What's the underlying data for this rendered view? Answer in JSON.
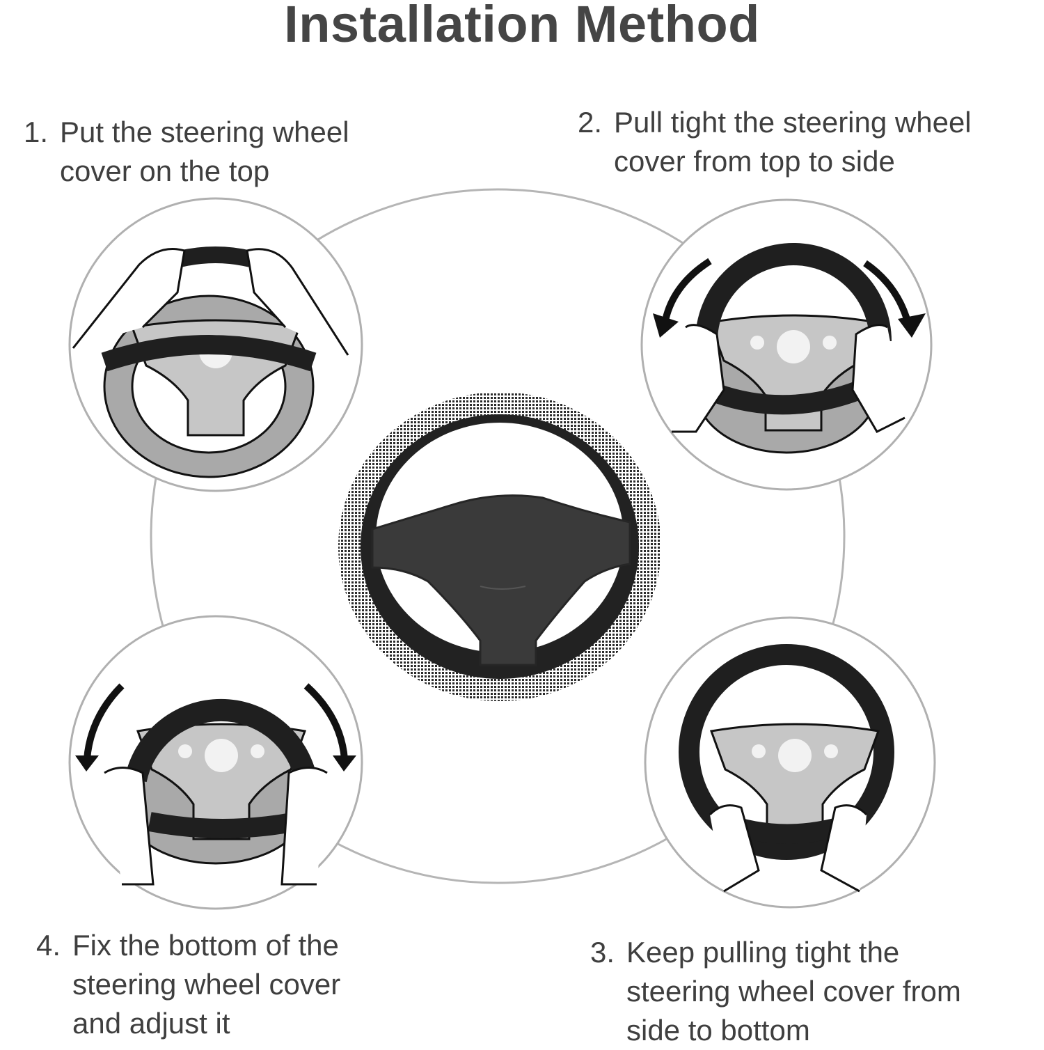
{
  "title": "Installation Method",
  "steps": [
    {
      "num": "1.",
      "text": "Put the steering wheel cover on the top",
      "line1": "Put the steering wheel",
      "line2": "cover on the top",
      "position": "top-left"
    },
    {
      "num": "2.",
      "text": "Pull tight the steering wheel cover from top to side",
      "line1": "Pull tight the steering wheel",
      "line2": "cover from top to side",
      "position": "top-right"
    },
    {
      "num": "3.",
      "text": "Keep pulling tight the steering wheel cover from side to bottom",
      "line1": "Keep pulling tight the",
      "line2": "steering wheel cover from",
      "line3": "side to bottom",
      "position": "bottom-right"
    },
    {
      "num": "4.",
      "text": "Fix the bottom of the steering wheel cover and adjust it",
      "line1": "Fix the bottom of the",
      "line2": "steering wheel cover",
      "line3": "and adjust it",
      "position": "bottom-left"
    }
  ],
  "colors": {
    "text": "#3f3f3f",
    "title": "#454545",
    "outline": "#b0b0b0",
    "cover": "#1f1f1f",
    "wheel_gray": "#a9a9a9",
    "hub_gray": "#c6c6c6"
  },
  "icons": {
    "center": "steering-wheel-product-icon",
    "step_illustrations": [
      "hands-on-wheel-top-icon",
      "pull-arrows-icon",
      "hands-bottom-icon",
      "adjust-arrows-icon"
    ]
  }
}
